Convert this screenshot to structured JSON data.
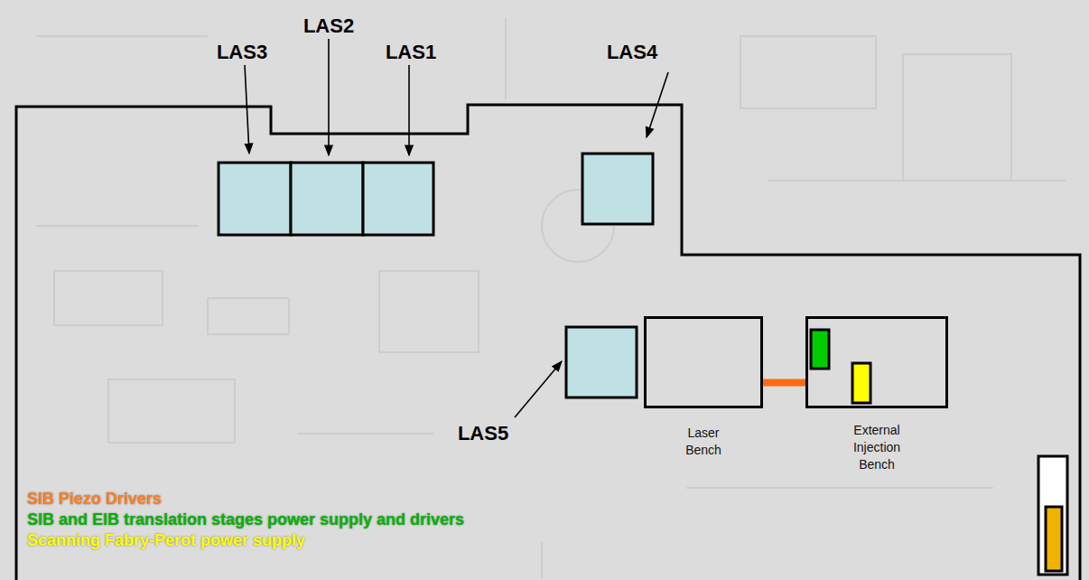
{
  "diagram": {
    "nodes": [
      {
        "text": [
          "Laser Bench"
        ]
      },
      {
        "text": [
          "External Injection Bench"
        ]
      }
    ],
    "edges": [
      {
        "from": 0,
        "to": 1,
        "arrow": "none"
      }
    ],
    "labels": [
      "LAS3",
      "LAS2",
      "LAS1",
      "LAS4",
      "LAS5"
    ],
    "legend": [
      {
        "text": "SIB Piezo Drivers",
        "color": "#ff7f27"
      },
      {
        "text": "SIB and EIB translation stages power supply and drivers",
        "color": "#00b400"
      },
      {
        "text": "Scanning Fabry-Perot power supply",
        "color": "#ffff00"
      }
    ]
  }
}
